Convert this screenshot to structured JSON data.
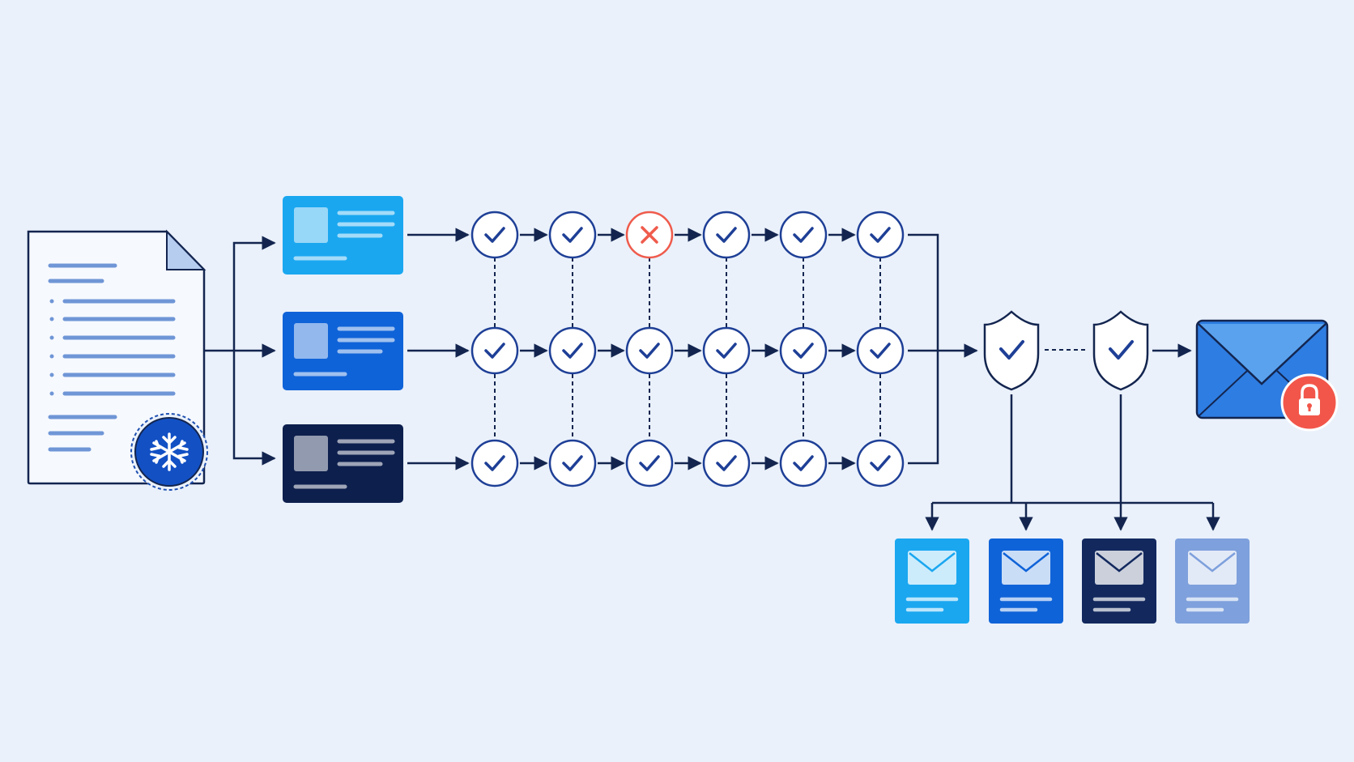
{
  "colors": {
    "background": "#eaf1fb",
    "navy": "#13254f",
    "blue_light": "#1aa7f0",
    "blue_mid": "#0f63d8",
    "blue_dark": "#0d1f4d",
    "blue_muted": "#7ea0dc",
    "check_stroke": "#1e3f96",
    "fail_red": "#ef5b4c",
    "envelope_blue": "#3f8ee8",
    "lock_red": "#f2564a"
  },
  "source_document": {
    "icon": "document-icon",
    "badge_icon": "snowflake-icon"
  },
  "variants": [
    {
      "name": "variant-light",
      "color": "#1aa7f0"
    },
    {
      "name": "variant-mid",
      "color": "#0f63d8"
    },
    {
      "name": "variant-dark",
      "color": "#0d1f4d"
    }
  ],
  "check_grid": [
    [
      "pass",
      "pass",
      "fail",
      "pass",
      "pass",
      "pass"
    ],
    [
      "pass",
      "pass",
      "pass",
      "pass",
      "pass",
      "pass"
    ],
    [
      "pass",
      "pass",
      "pass",
      "pass",
      "pass",
      "pass"
    ]
  ],
  "gates": [
    {
      "name": "shield-gate-1",
      "icon": "shield-check-icon"
    },
    {
      "name": "shield-gate-2",
      "icon": "shield-check-icon"
    }
  ],
  "output_envelope": {
    "icon": "envelope-icon",
    "badge_icon": "lock-icon"
  },
  "outputs": [
    {
      "name": "output-light",
      "color": "#1aa7f0"
    },
    {
      "name": "output-mid",
      "color": "#0f63d8"
    },
    {
      "name": "output-dark",
      "color": "#13295e"
    },
    {
      "name": "output-muted",
      "color": "#7ea0dc"
    }
  ]
}
